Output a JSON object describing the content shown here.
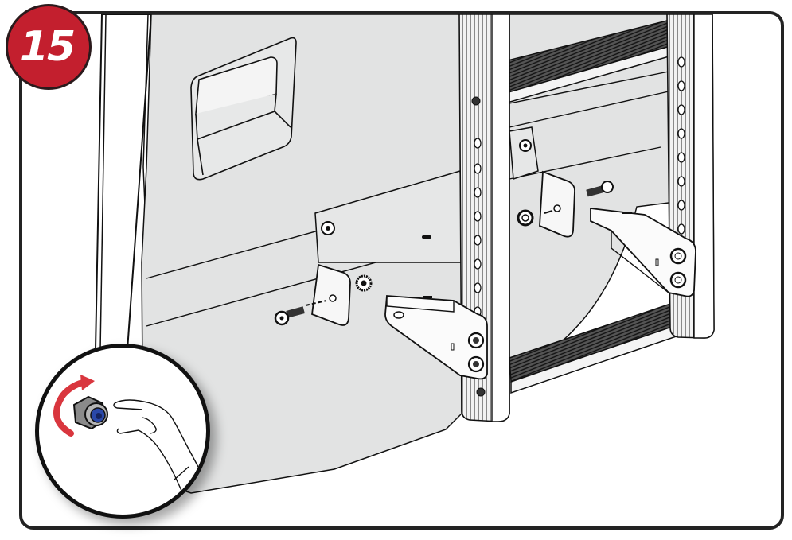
{
  "step": {
    "number": "15",
    "badge_color": "#c31f2e"
  },
  "illustration": {
    "subject": "Truck bed ladder rack assembly - attach bracket to cabinet side with bolt, washer plate and lock nut",
    "frame_border_color": "#232323",
    "panel_color": "#e2e3e3",
    "line_color": "#111111",
    "parts": {
      "handle": "recessed-handle",
      "left_bracket_plate": "angle-plate-left",
      "right_bracket_plate": "angle-plate-right",
      "bolts": [
        "bolt-left",
        "bolt-right"
      ],
      "nuts": [
        "lock-nut-left",
        "lock-nut-right"
      ],
      "mount_brackets": [
        "mount-bracket-left",
        "mount-bracket-right"
      ],
      "ladder": "ladder-frame"
    }
  },
  "detail_inset": {
    "description": "Tighten lock nut by hand",
    "arrow_color": "#d9363e",
    "nut_insert_color": "#2a48a8",
    "rotation": "clockwise"
  }
}
